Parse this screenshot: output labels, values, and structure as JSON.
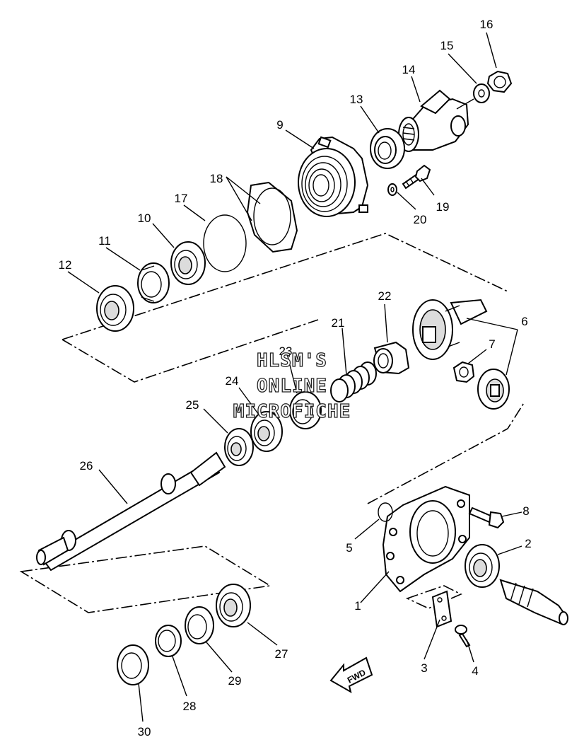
{
  "diagram": {
    "watermark": {
      "line1": "HLSM'S",
      "line2": "ONLINE",
      "line3": "MICROFICHE"
    },
    "direction_label": "FWD",
    "callouts": [
      "1",
      "2",
      "3",
      "4",
      "5",
      "6",
      "7",
      "8",
      "9",
      "10",
      "11",
      "12",
      "13",
      "14",
      "15",
      "16",
      "17",
      "18",
      "19",
      "20",
      "21",
      "22",
      "23",
      "24",
      "25",
      "26",
      "27",
      "28",
      "29",
      "30"
    ]
  }
}
